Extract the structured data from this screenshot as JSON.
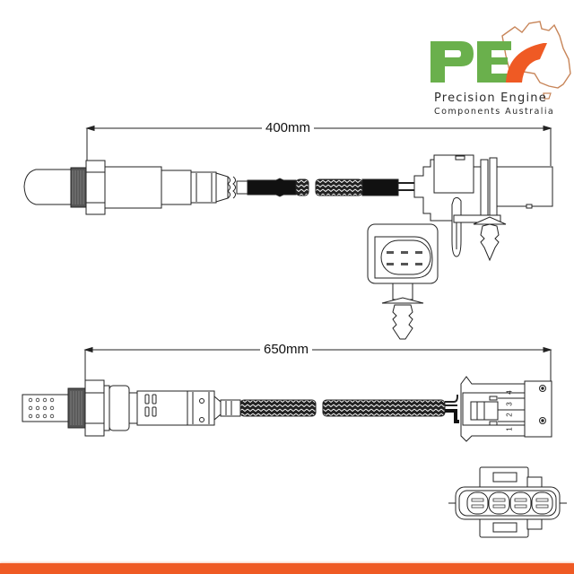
{
  "brand": {
    "name_line1": "Precision Engine",
    "name_line2": "Components Australia",
    "logo_letters": "PE",
    "colors": {
      "green": "#6ab04c",
      "orange": "#ef5a24",
      "outline": "#c8865a"
    }
  },
  "sensor_top": {
    "type": "wideband-oxygen-sensor",
    "cable_length_label": "400mm",
    "connector": "6-pin rectangular plug with push-in clip"
  },
  "sensor_bottom": {
    "type": "narrowband-oxygen-sensor",
    "cable_length_label": "650mm",
    "connector": "4-pin plug",
    "pin_numbers": [
      "1",
      "2",
      "3",
      "4"
    ]
  },
  "footer": {
    "bar_color": "#ef5a24"
  }
}
